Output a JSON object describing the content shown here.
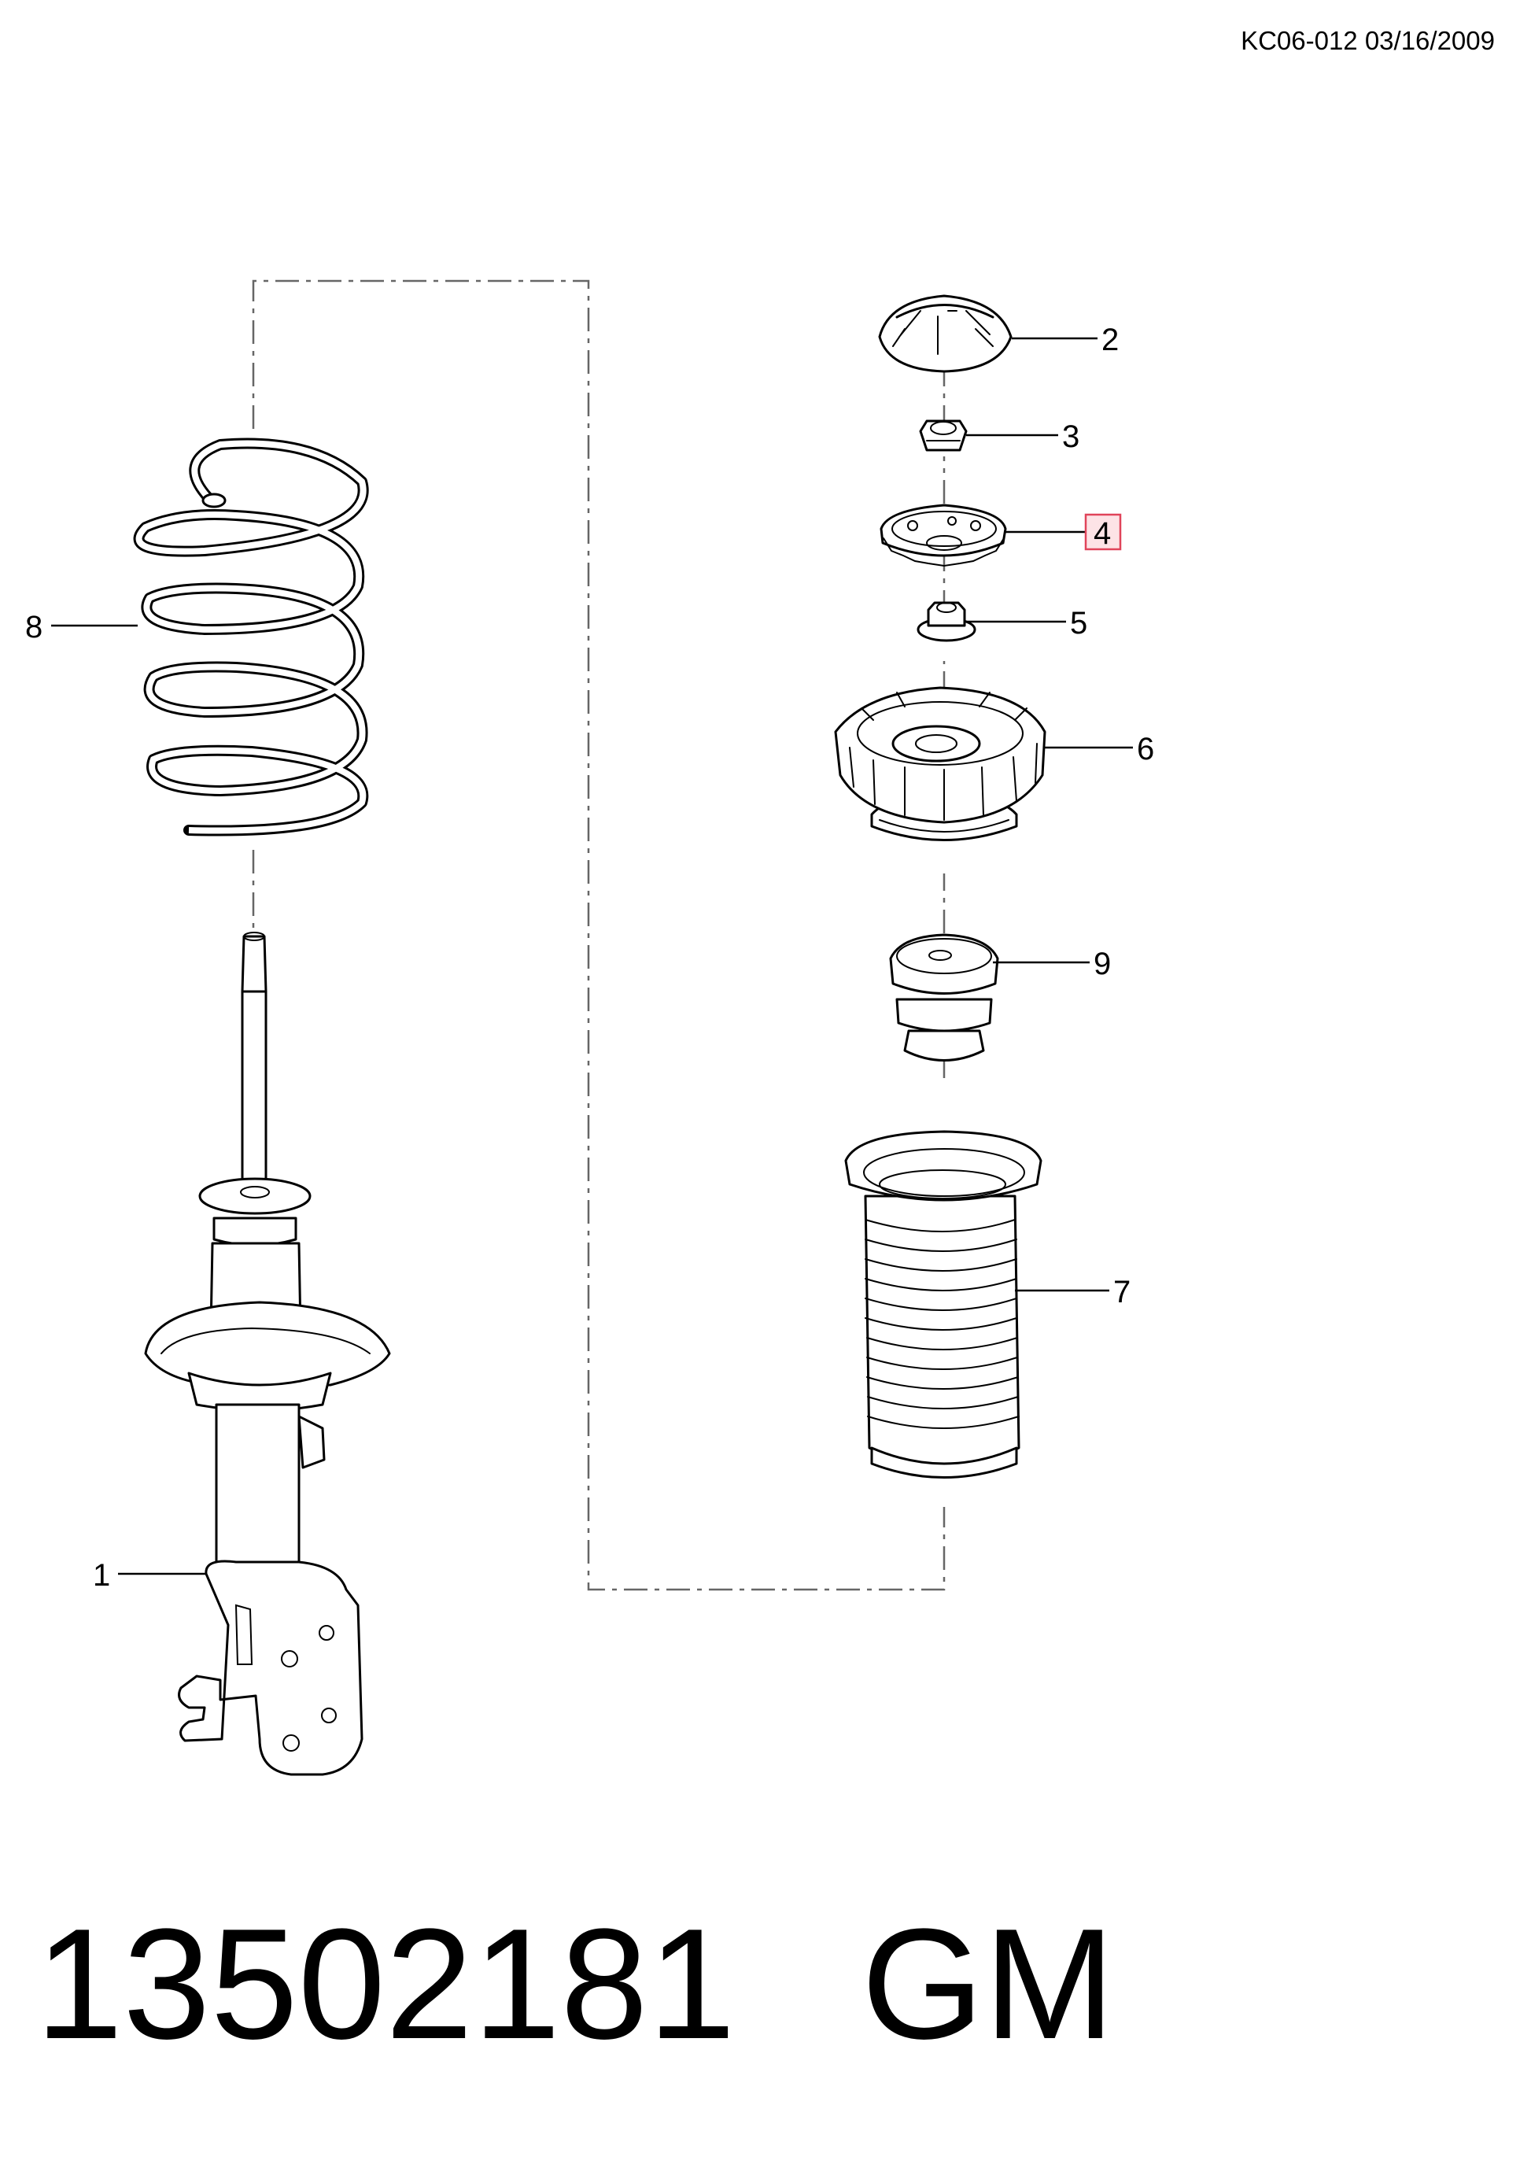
{
  "header": {
    "doc_ref": "KC06-012 03/16/2009"
  },
  "callouts": [
    {
      "id": "1",
      "label": "1"
    },
    {
      "id": "2",
      "label": "2"
    },
    {
      "id": "3",
      "label": "3"
    },
    {
      "id": "4",
      "label": "4",
      "highlighted": true
    },
    {
      "id": "5",
      "label": "5"
    },
    {
      "id": "6",
      "label": "6"
    },
    {
      "id": "7",
      "label": "7"
    },
    {
      "id": "8",
      "label": "8"
    },
    {
      "id": "9",
      "label": "9"
    }
  ],
  "footer": {
    "part_number": "13502181",
    "brand": "GM"
  },
  "colors": {
    "highlight_border": "#e0445a",
    "highlight_fill": "#fde3e6",
    "ink": "#000000"
  }
}
